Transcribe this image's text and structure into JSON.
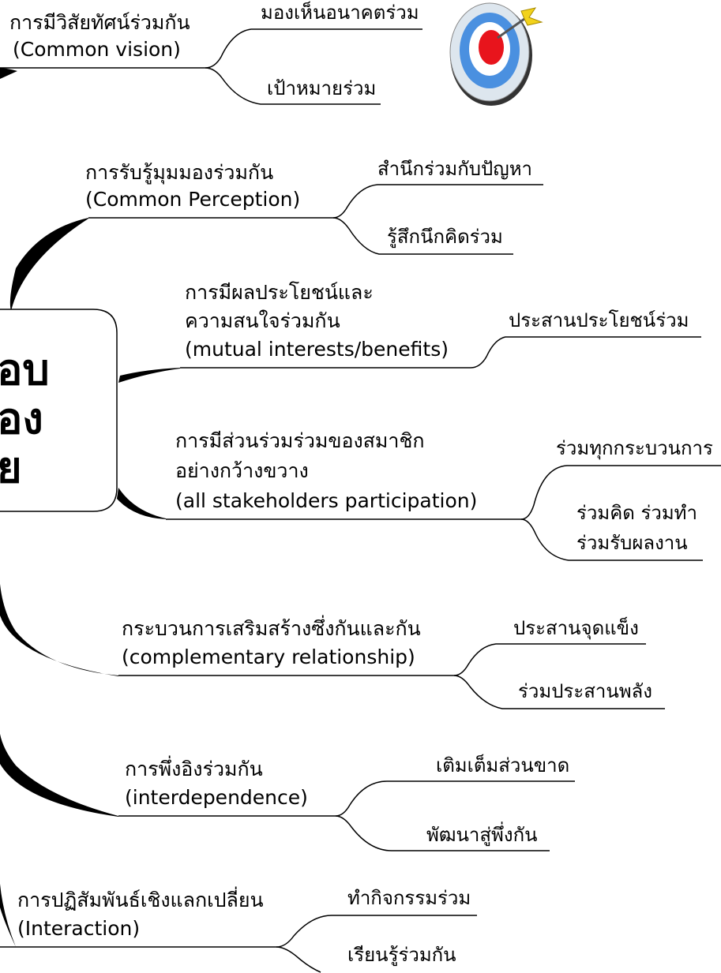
{
  "central": {
    "lines": [
      "อบ",
      "อง",
      "ย"
    ]
  },
  "branches": [
    {
      "title": "การมีวิสัยทัศน์ร่วมกัน",
      "subtitle": "(Common vision)",
      "leaves": [
        "มองเห็นอนาคตร่วม",
        "เป้าหมายร่วม"
      ]
    },
    {
      "title": "การรับรู้มุมมองร่วมกัน",
      "subtitle": "(Common Perception)",
      "leaves": [
        "สำนึกร่วมกับปัญหา",
        "รู้สึกนึกคิดร่วม"
      ]
    },
    {
      "title": "การมีผลประโยชน์และ",
      "title2": "ความสนใจร่วมกัน",
      "subtitle": "(mutual interests/benefits)",
      "leaves": [
        "ประสานประโยชน์ร่วม"
      ]
    },
    {
      "title": "การมีส่วนร่วมร่วมของสมาชิก",
      "title2": "อย่างกว้างขวาง",
      "subtitle": "(all stakeholders participation)",
      "leaves": [
        "ร่วมทุกกระบวนการ",
        "ร่วมคิด ร่วมทำ",
        "ร่วมรับผลงาน"
      ]
    },
    {
      "title": "กระบวนการเสริมสร้างซึ่งกันและกัน",
      "subtitle": "(complementary relationship)",
      "leaves": [
        "ประสานจุดแข็ง",
        "ร่วมประสานพลัง"
      ]
    },
    {
      "title": "การพึ่งอิงร่วมกัน",
      "subtitle": "(interdependence)",
      "leaves": [
        "เติมเต็มส่วนขาด",
        "พัฒนาสู่พึ่งกัน"
      ]
    },
    {
      "title": "การปฏิสัมพันธ์เชิงแลกเปลี่ยน",
      "subtitle": "(Interaction)",
      "leaves": [
        "ทำกิจกรรมร่วม",
        "เรียนรู้ร่วมกัน"
      ]
    }
  ],
  "icon": "target-with-dart-icon",
  "colors": {
    "target_blue": "#4A90E0",
    "target_red": "#E8141C",
    "target_ring": "#DDE6EE",
    "dart_yellow": "#F2D21B"
  }
}
